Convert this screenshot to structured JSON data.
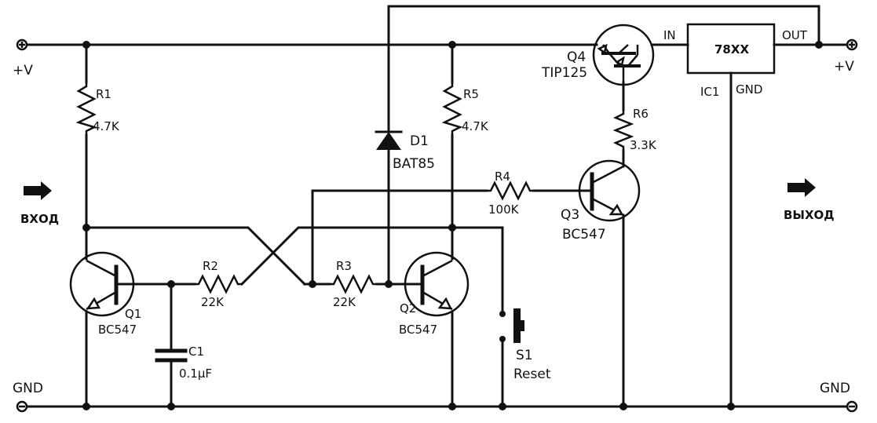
{
  "rails": {
    "vplus_left": "+V",
    "vplus_right": "+V",
    "gnd_left": "GND",
    "gnd_right": "GND"
  },
  "io": {
    "input": "ВХОД",
    "output": "ВЫХОД"
  },
  "resistors": {
    "r1": {
      "ref": "R1",
      "value": "4.7K"
    },
    "r2": {
      "ref": "R2",
      "value": "22K"
    },
    "r3": {
      "ref": "R3",
      "value": "22K"
    },
    "r4": {
      "ref": "R4",
      "value": "100K"
    },
    "r5": {
      "ref": "R5",
      "value": "4.7K"
    },
    "r6": {
      "ref": "R6",
      "value": "3.3K"
    }
  },
  "transistors": {
    "q1": {
      "ref": "Q1",
      "part": "BC547"
    },
    "q2": {
      "ref": "Q2",
      "part": "BC547"
    },
    "q3": {
      "ref": "Q3",
      "part": "BC547"
    },
    "q4": {
      "ref": "Q4",
      "part": "TIP125"
    }
  },
  "capacitor": {
    "ref": "C1",
    "value": "0.1µF"
  },
  "diode": {
    "ref": "D1",
    "part": "BAT85"
  },
  "switch": {
    "ref": "S1",
    "label": "Reset"
  },
  "regulator": {
    "ref": "IC1",
    "part": "78XX",
    "pin_in": "IN",
    "pin_out": "OUT",
    "pin_gnd": "GND"
  }
}
